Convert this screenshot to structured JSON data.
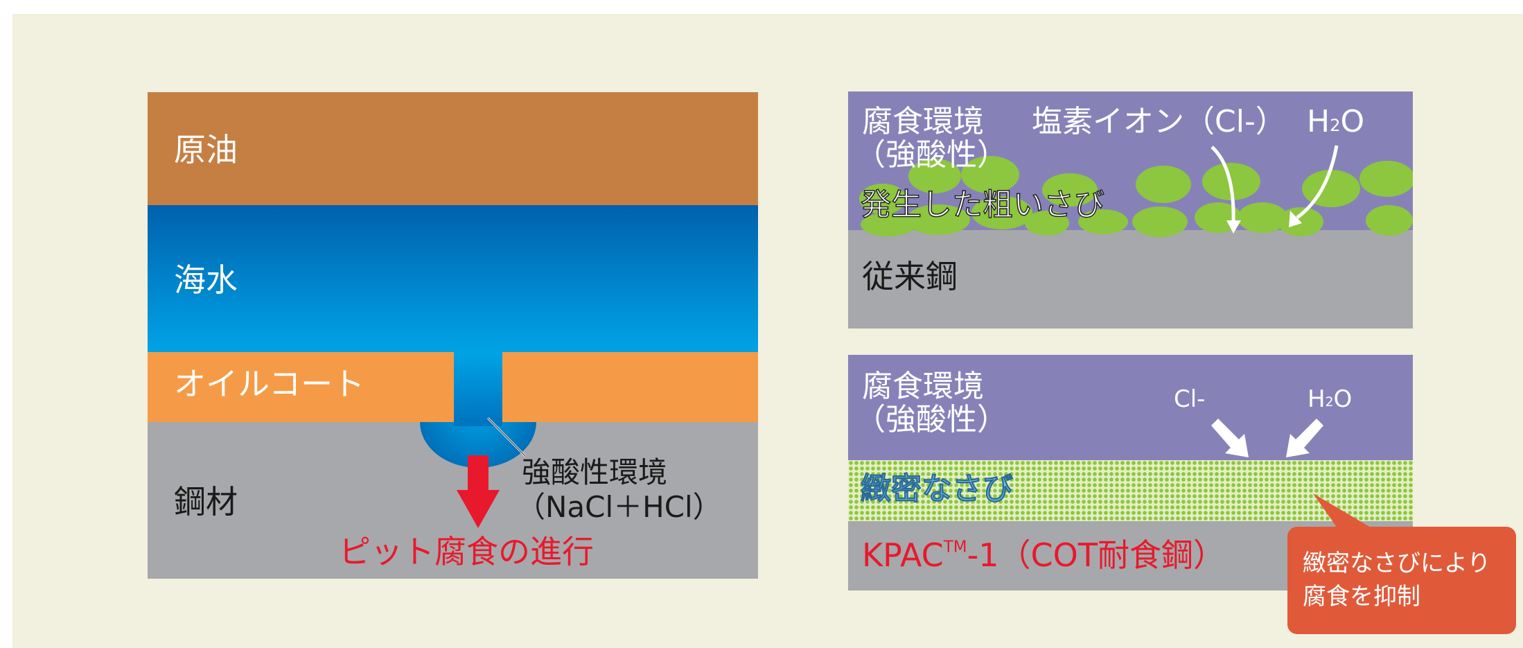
{
  "left": {
    "crude_oil": "原油",
    "seawater": "海水",
    "oil_coat": "オイルコート",
    "steel": "鋼材",
    "acid_env_line1": "強酸性環境",
    "acid_env_line2": "（NaCl＋HCl）",
    "pit_progress": "ピット腐食の進行"
  },
  "top_right": {
    "env_line1": "腐食環境",
    "env_line2": "（強酸性）",
    "chloride": "塩素イオン（Cl-）",
    "h2o_h": "H",
    "h2o_2": "2",
    "h2o_o": "O",
    "coarse_rust": "発生した粗いさび",
    "conventional_steel": "従来鋼"
  },
  "bottom_right": {
    "env_line1": "腐食環境",
    "env_line2": "（強酸性）",
    "cl": "Cl-",
    "h2o_h": "H",
    "h2o_2": "2",
    "h2o_o": "O",
    "fine_rust": "緻密なさび",
    "kpac_a": "KPAC",
    "kpac_tm": "TM",
    "kpac_b": "-1（COT耐食鋼）"
  },
  "callout": {
    "line1": "緻密なさびにより",
    "line2": "腐食を抑制"
  },
  "colors": {
    "crude_oil": "#c57f43",
    "seawater_top": "#0061ad",
    "seawater_bottom": "#00a3e6",
    "oil_coat": "#f59b47",
    "steel": "#a7a8ab",
    "environment": "#8682b8",
    "rust": "#8dc63f",
    "accent_red": "#e8192c",
    "callout": "#e05a3a"
  }
}
